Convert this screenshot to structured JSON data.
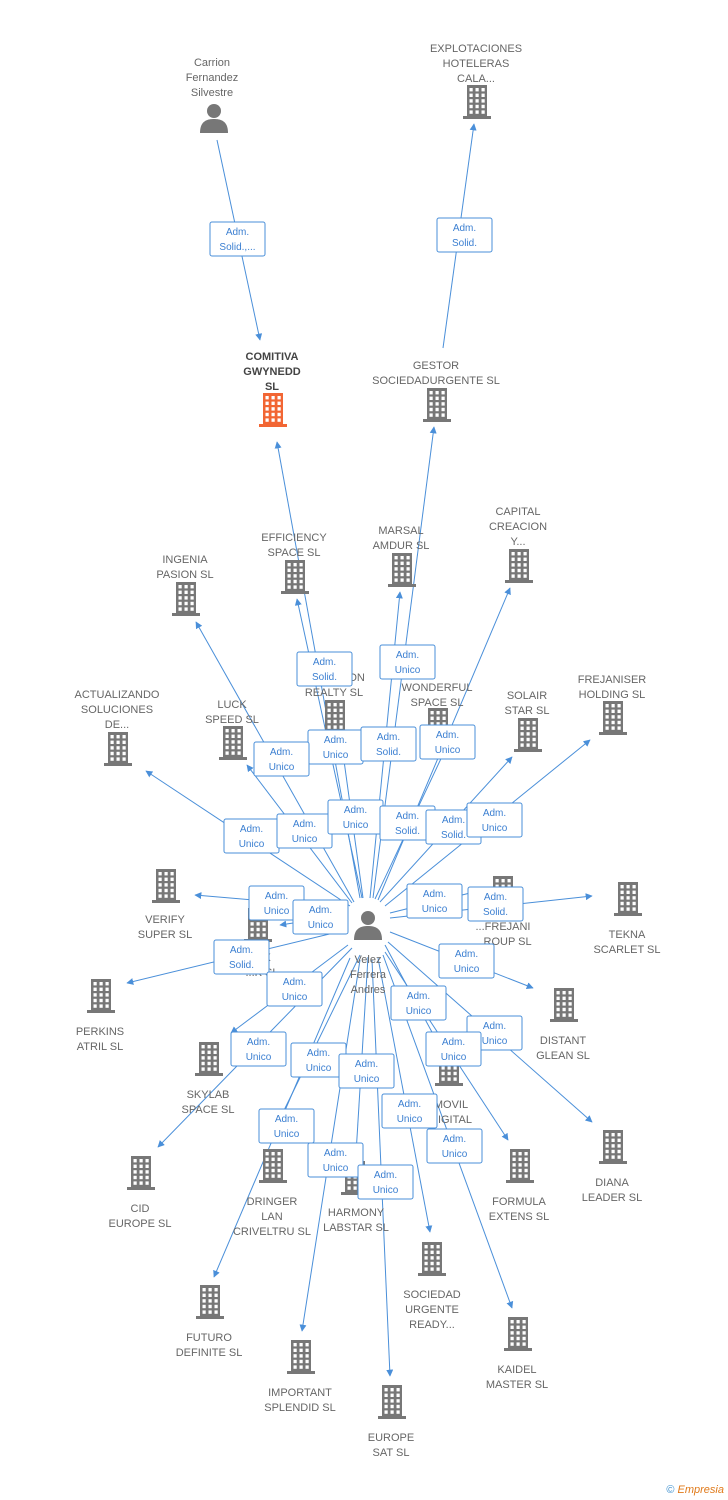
{
  "colors": {
    "edge": "#4a8fd9",
    "company": "#777777",
    "center_company": "#f26634",
    "person": "#777777"
  },
  "nodes": [
    {
      "id": "carrion",
      "type": "person",
      "label": [
        "Carrion",
        "Fernandez",
        "Silvestre"
      ]
    },
    {
      "id": "explotaciones",
      "type": "company",
      "label": [
        "EXPLOTACIONES",
        "HOTELERAS",
        "CALA..."
      ]
    },
    {
      "id": "comitiva",
      "type": "company",
      "focus": true,
      "label": [
        "COMITIVA",
        "GWYNEDD",
        "SL"
      ]
    },
    {
      "id": "gestor",
      "type": "company",
      "label": [
        "GESTOR",
        "SOCIEDADURGENTE SL"
      ]
    },
    {
      "id": "capital",
      "type": "company",
      "label": [
        "CAPITAL",
        "CREACION",
        "Y..."
      ]
    },
    {
      "id": "efficiency",
      "type": "company",
      "label": [
        "EFFICIENCY",
        "SPACE SL"
      ]
    },
    {
      "id": "marsal",
      "type": "company",
      "label": [
        "MARSAL",
        "AMDUR SL"
      ]
    },
    {
      "id": "ingenia",
      "type": "company",
      "label": [
        "INGENIA",
        "PASION SL"
      ]
    },
    {
      "id": "actualizando",
      "type": "company",
      "label": [
        "ACTUALIZANDO",
        "SOLUCIONES",
        "DE..."
      ]
    },
    {
      "id": "luck",
      "type": "company",
      "label": [
        "LUCK",
        "SPEED SL"
      ]
    },
    {
      "id": "conditionrealty",
      "type": "company",
      "label": [
        "CONDITION",
        "REALTY SL"
      ]
    },
    {
      "id": "wonderful",
      "type": "company",
      "label": [
        "WONDERFUL",
        "SPACE SL"
      ]
    },
    {
      "id": "solair",
      "type": "company",
      "label": [
        "SOLAIR",
        "STAR SL"
      ]
    },
    {
      "id": "frejaniser",
      "type": "company",
      "label": [
        "FREJANISER",
        "HOLDING SL"
      ]
    },
    {
      "id": "verify",
      "type": "company",
      "label": [
        "VERIFY",
        "SUPER SL"
      ]
    },
    {
      "id": "six",
      "type": "company",
      "label": [
        "SIX",
        "...K SL"
      ]
    },
    {
      "id": "frejanigroup",
      "type": "company",
      "label": [
        "...FREJANI",
        "...ROUP SL"
      ]
    },
    {
      "id": "tekna",
      "type": "company",
      "label": [
        "TEKNA",
        "SCARLET SL"
      ]
    },
    {
      "id": "velez",
      "type": "person",
      "label": [
        "Velez",
        "Ferrera",
        "Andres"
      ]
    },
    {
      "id": "perkins",
      "type": "company",
      "label": [
        "PERKINS",
        "ATRIL SL"
      ]
    },
    {
      "id": "distant",
      "type": "company",
      "label": [
        "DISTANT",
        "GLEAN SL"
      ]
    },
    {
      "id": "skylab",
      "type": "company",
      "label": [
        "SKYLAB",
        "SPACE SL"
      ]
    },
    {
      "id": "movil",
      "type": "company",
      "label": [
        "MOVIL",
        "DIGITAL",
        "...LINE SL"
      ]
    },
    {
      "id": "cid",
      "type": "company",
      "label": [
        "CID",
        "EUROPE SL"
      ]
    },
    {
      "id": "dringer",
      "type": "company",
      "label": [
        "DRINGER",
        "LAN",
        "CRIVELTRU SL"
      ]
    },
    {
      "id": "harmony",
      "type": "company",
      "label": [
        "HARMONY",
        "LABSTAR SL"
      ]
    },
    {
      "id": "formula",
      "type": "company",
      "label": [
        "FORMULA",
        "EXTENS SL"
      ]
    },
    {
      "id": "diana",
      "type": "company",
      "label": [
        "DIANA",
        "LEADER SL"
      ]
    },
    {
      "id": "sociedadurgente",
      "type": "company",
      "label": [
        "SOCIEDAD",
        "URGENTE",
        "READY..."
      ]
    },
    {
      "id": "futuro",
      "type": "company",
      "label": [
        "FUTURO",
        "DEFINITE SL"
      ]
    },
    {
      "id": "kaidel",
      "type": "company",
      "label": [
        "KAIDEL",
        "MASTER SL"
      ]
    },
    {
      "id": "important",
      "type": "company",
      "label": [
        "IMPORTANT",
        "SPLENDID SL"
      ]
    },
    {
      "id": "europesat",
      "type": "company",
      "label": [
        "EUROPE",
        "SAT SL"
      ]
    }
  ],
  "relations": [
    {
      "from": "carrion",
      "to": "comitiva",
      "label": [
        "Adm.",
        "Solid.,..."
      ]
    },
    {
      "from": "gestor",
      "to": "explotaciones",
      "label": [
        "Adm.",
        "Solid."
      ]
    },
    {
      "from": "velez",
      "to": "comitiva",
      "label": [
        "Adm.",
        "Solid."
      ]
    },
    {
      "from": "velez",
      "to": "gestor",
      "label": [
        "Adm.",
        "Unico"
      ]
    },
    {
      "from": "velez",
      "to": "capital",
      "label": [
        "Adm.",
        "Unico"
      ]
    },
    {
      "from": "velez",
      "to": "efficiency",
      "label": [
        "Adm.",
        "Unico"
      ]
    },
    {
      "from": "velez",
      "to": "marsal",
      "label": [
        "Adm.",
        "Solid."
      ]
    },
    {
      "from": "velez",
      "to": "ingenia",
      "label": [
        "Adm.",
        "Unico"
      ]
    },
    {
      "from": "velez",
      "to": "actualizando",
      "label": [
        "Adm.",
        "Unico"
      ]
    },
    {
      "from": "velez",
      "to": "luck",
      "label": [
        "Adm.",
        "Unico"
      ]
    },
    {
      "from": "velez",
      "to": "conditionrealty",
      "label": [
        "Adm.",
        "Unico"
      ]
    },
    {
      "from": "velez",
      "to": "wonderful",
      "label": [
        "Adm.",
        "Solid."
      ]
    },
    {
      "from": "velez",
      "to": "solair",
      "label": [
        "Adm.",
        "Solid."
      ]
    },
    {
      "from": "velez",
      "to": "frejaniser",
      "label": [
        "Adm.",
        "Unico"
      ]
    },
    {
      "from": "velez",
      "to": "verify",
      "label": [
        "Adm.",
        "Unico"
      ]
    },
    {
      "from": "velez",
      "to": "six",
      "label": [
        "Adm.",
        "Unico"
      ]
    },
    {
      "from": "velez",
      "to": "frejanigroup",
      "label": [
        "Adm.",
        "Unico"
      ]
    },
    {
      "from": "velez",
      "to": "tekna",
      "label": [
        "Adm.",
        "Solid."
      ]
    },
    {
      "from": "velez",
      "to": "perkins",
      "label": [
        "Adm.",
        "Solid."
      ]
    },
    {
      "from": "velez",
      "to": "distant",
      "label": [
        "Adm.",
        "Unico"
      ]
    },
    {
      "from": "velez",
      "to": "skylab",
      "label": [
        "Adm.",
        "Unico"
      ]
    },
    {
      "from": "velez",
      "to": "movil",
      "label": [
        "Adm.",
        "Unico"
      ]
    },
    {
      "from": "velez",
      "to": "cid",
      "label": [
        "Adm.",
        "Unico"
      ]
    },
    {
      "from": "velez",
      "to": "diana",
      "label": [
        "Adm.",
        "Unico"
      ]
    },
    {
      "from": "velez",
      "to": "dringer",
      "label": [
        "Adm.",
        "Unico"
      ]
    },
    {
      "from": "velez",
      "to": "harmony",
      "label": [
        "Adm.",
        "Unico"
      ]
    },
    {
      "from": "velez",
      "to": "formula",
      "label": [
        "Adm.",
        "Unico"
      ]
    },
    {
      "from": "velez",
      "to": "sociedadurgente",
      "label": [
        "Adm.",
        "Unico"
      ]
    },
    {
      "from": "velez",
      "to": "futuro",
      "label": [
        "Adm.",
        "Unico"
      ]
    },
    {
      "from": "velez",
      "to": "kaidel",
      "label": [
        "Adm.",
        "Unico"
      ]
    },
    {
      "from": "velez",
      "to": "important",
      "label": [
        "Adm.",
        "Unico"
      ]
    },
    {
      "from": "velez",
      "to": "europesat",
      "label": [
        "Adm.",
        "Unico"
      ]
    }
  ],
  "footer": {
    "copyright": "©",
    "brand": "Empresia"
  }
}
